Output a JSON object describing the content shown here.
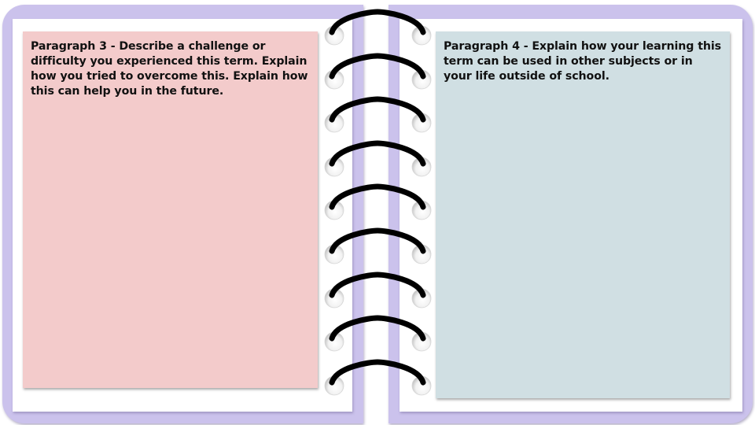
{
  "notebook": {
    "left_page": {
      "note_text": "Paragraph 3 - Describe a challenge or difficulty you experienced this term. Explain how you tried to overcome this. Explain how this can help you in the future.",
      "note_color": "#f3cbcb"
    },
    "right_page": {
      "note_text": "Paragraph 4 - Explain how your learning this term can be used in other subjects or in your life outside of school.",
      "note_color": "#d0dfe3"
    },
    "cover_color": "#cbc2ec",
    "spiral": {
      "ring_count": 9,
      "ring_icon": "spiral-binding-ring",
      "ring_color": "#000000"
    }
  }
}
